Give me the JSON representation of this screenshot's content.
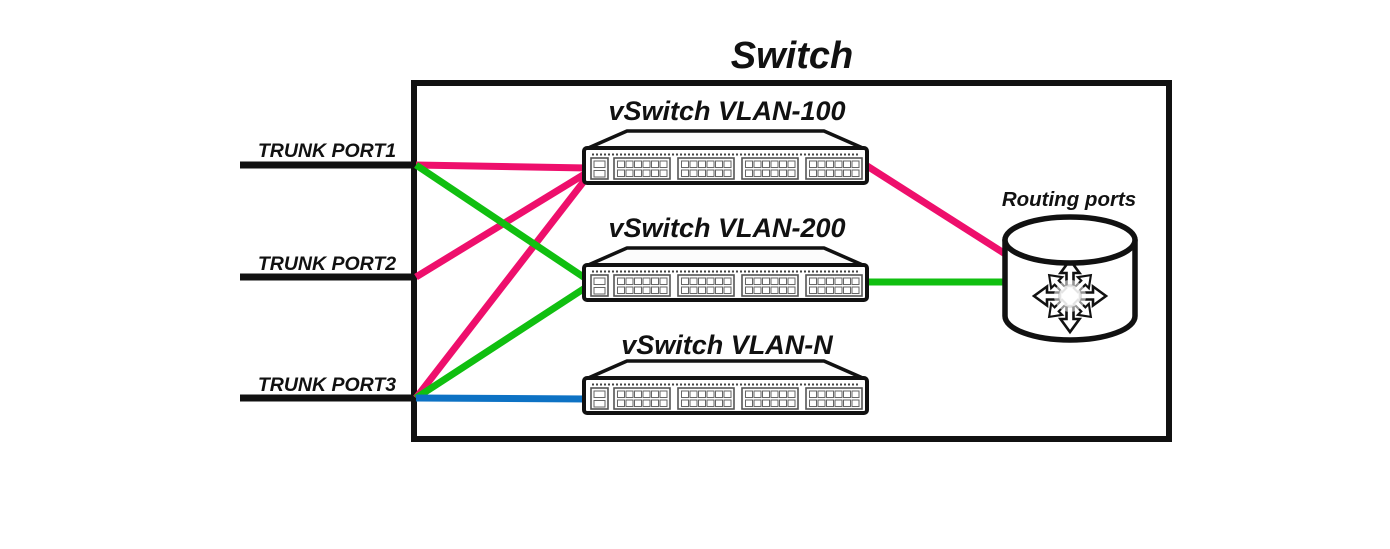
{
  "title": "Switch",
  "colors": {
    "trunk": "#111111",
    "vlan100": "#EE0F6C",
    "vlan200": "#10BF10",
    "vlanN": "#0D72C4"
  },
  "trunk_ports": [
    {
      "label": "TRUNK PORT1"
    },
    {
      "label": "TRUNK PORT2"
    },
    {
      "label": "TRUNK PORT3"
    }
  ],
  "vswitches": [
    {
      "label": "vSwitch VLAN-100"
    },
    {
      "label": "vSwitch VLAN-200"
    },
    {
      "label": "vSwitch VLAN-N"
    }
  ],
  "routing_ports": {
    "label": "Routing ports",
    "icon": "multidirectional-arrows-icon"
  },
  "connections": [
    {
      "from": "TRUNK PORT1",
      "to": "vSwitch VLAN-100",
      "color": "vlan100"
    },
    {
      "from": "TRUNK PORT2",
      "to": "vSwitch VLAN-100",
      "color": "vlan100"
    },
    {
      "from": "TRUNK PORT3",
      "to": "vSwitch VLAN-100",
      "color": "vlan100"
    },
    {
      "from": "TRUNK PORT1",
      "to": "vSwitch VLAN-200",
      "color": "vlan200"
    },
    {
      "from": "TRUNK PORT3",
      "to": "vSwitch VLAN-200",
      "color": "vlan200"
    },
    {
      "from": "TRUNK PORT3",
      "to": "vSwitch VLAN-N",
      "color": "vlanN"
    },
    {
      "from": "vSwitch VLAN-100",
      "to": "Routing ports",
      "color": "vlan100"
    },
    {
      "from": "vSwitch VLAN-200",
      "to": "Routing ports",
      "color": "vlan200"
    }
  ]
}
